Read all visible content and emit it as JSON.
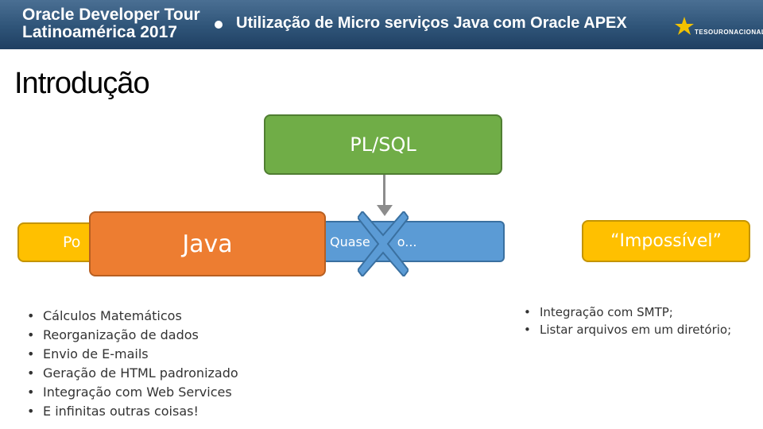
{
  "header": {
    "line1": "Oracle Developer Tour",
    "line2": "Latinoamérica 2017",
    "subtitle": "Utilização de Micro serviços Java com Oracle APEX",
    "logo_text": "TESOURONACIONAL",
    "colors": {
      "band": "#2f5478",
      "text": "#ffffff"
    }
  },
  "slide": {
    "title": "Introdução",
    "boxes": {
      "plsql": "PL/SQL",
      "pos": "Po",
      "java": "Java",
      "quase": "Quase",
      "quase_tail": "o...",
      "impossivel": "“Impossível”"
    },
    "left_items": [
      "Cálculos Matemáticos",
      "Reorganização de dados",
      "Envio de E-mails",
      "Geração de HTML padronizado",
      "Integração com Web Services",
      "E infinitas outras coisas!"
    ],
    "right_items": [
      "Integração com SMTP;",
      "Listar arquivos em um diretório;"
    ],
    "colors": {
      "green": "#70ad47",
      "orange": "#ed7d31",
      "yellow": "#ffc000",
      "blue": "#5b9bd5",
      "cross": "#5b9bd5"
    },
    "icons": [
      "arrow-down-icon",
      "cross-icon",
      "star-logo-icon"
    ]
  }
}
